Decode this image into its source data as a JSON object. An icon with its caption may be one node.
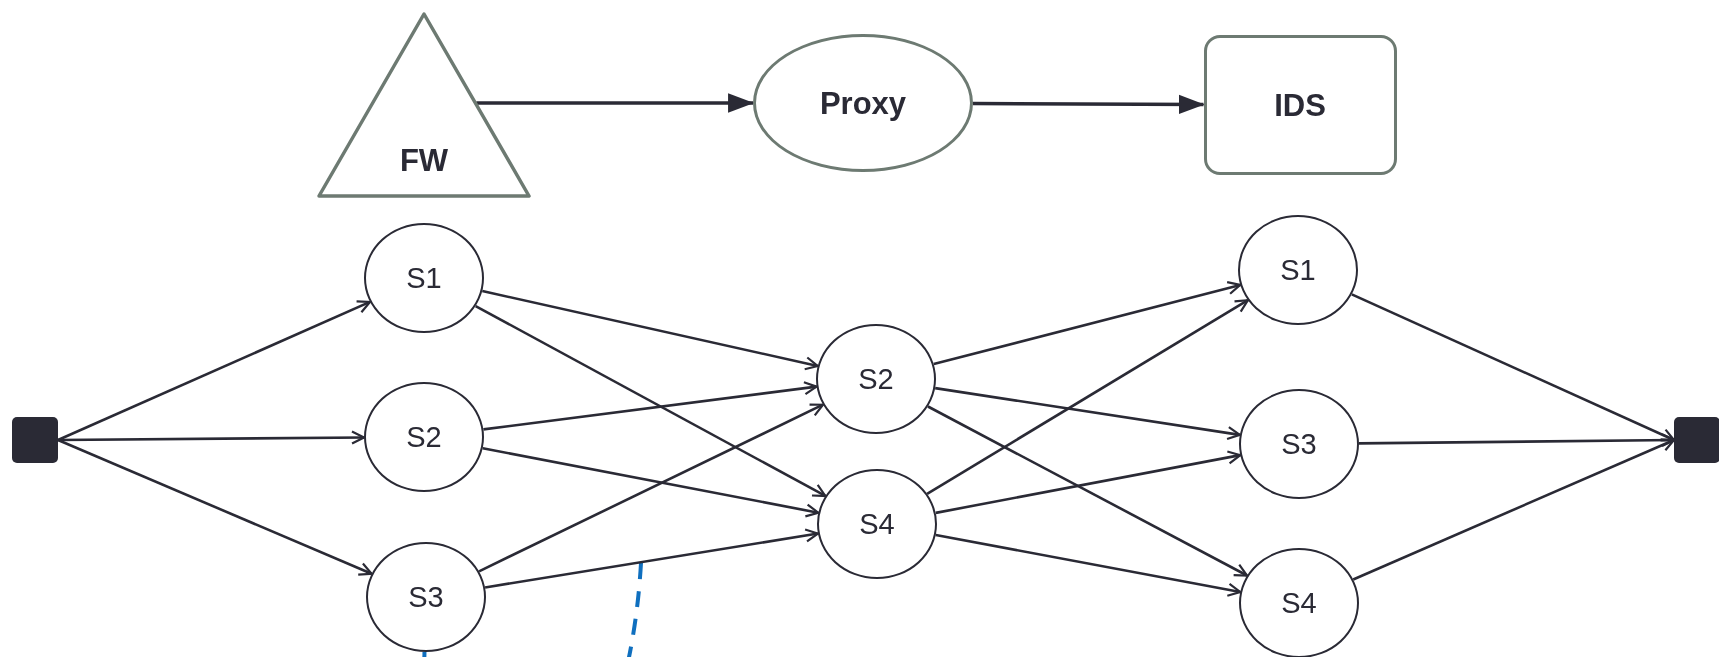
{
  "diagram": {
    "nodes": [
      {
        "text": [
          "FW"
        ]
      },
      {
        "text": [
          "Proxy"
        ]
      },
      {
        "text": [
          "IDS"
        ]
      },
      {
        "text": [],
        "shape": "box"
      },
      {
        "text": [
          "S1"
        ]
      },
      {
        "text": [
          "S2"
        ]
      },
      {
        "text": [
          "S3"
        ]
      },
      {
        "text": [
          "S2"
        ]
      },
      {
        "text": [
          "S4"
        ]
      },
      {
        "text": [
          "S1"
        ]
      },
      {
        "text": [
          "S3"
        ]
      },
      {
        "text": [
          "S4"
        ]
      },
      {
        "text": [],
        "shape": "box"
      }
    ],
    "edges": [
      {
        "from": 0,
        "to": 1,
        "arrow": "to"
      },
      {
        "from": 1,
        "to": 2,
        "arrow": "to"
      },
      {
        "from": 3,
        "to": 4,
        "arrow": "to"
      },
      {
        "from": 3,
        "to": 5,
        "arrow": "to"
      },
      {
        "from": 3,
        "to": 6,
        "arrow": "to"
      },
      {
        "from": 4,
        "to": 7,
        "arrow": "to"
      },
      {
        "from": 4,
        "to": 8,
        "arrow": "to"
      },
      {
        "from": 5,
        "to": 7,
        "arrow": "to"
      },
      {
        "from": 5,
        "to": 8,
        "arrow": "to"
      },
      {
        "from": 6,
        "to": 7,
        "arrow": "to"
      },
      {
        "from": 6,
        "to": 8,
        "arrow": "to"
      },
      {
        "from": 7,
        "to": 9,
        "arrow": "to"
      },
      {
        "from": 7,
        "to": 10,
        "arrow": "to"
      },
      {
        "from": 7,
        "to": 11,
        "arrow": "to"
      },
      {
        "from": 8,
        "to": 9,
        "arrow": "to"
      },
      {
        "from": 8,
        "to": 10,
        "arrow": "to"
      },
      {
        "from": 8,
        "to": 11,
        "arrow": "to"
      },
      {
        "from": 9,
        "to": 12,
        "arrow": "to"
      },
      {
        "from": 10,
        "to": 12,
        "arrow": "to"
      },
      {
        "from": 11,
        "to": 12,
        "arrow": "to"
      },
      {
        "from": 6,
        "to": null,
        "arrow": "none",
        "style": "dashed",
        "color": "#0f6fbf"
      }
    ]
  }
}
